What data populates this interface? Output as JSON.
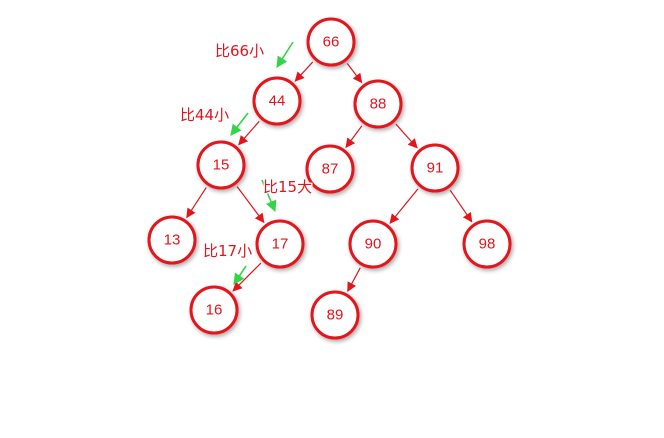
{
  "nodes": [
    {
      "id": "n66",
      "label": "66"
    },
    {
      "id": "n44",
      "label": "44"
    },
    {
      "id": "n88",
      "label": "88"
    },
    {
      "id": "n15",
      "label": "15"
    },
    {
      "id": "n87",
      "label": "87"
    },
    {
      "id": "n91",
      "label": "91"
    },
    {
      "id": "n13",
      "label": "13"
    },
    {
      "id": "n17",
      "label": "17"
    },
    {
      "id": "n90",
      "label": "90"
    },
    {
      "id": "n98",
      "label": "98"
    },
    {
      "id": "n16",
      "label": "16"
    },
    {
      "id": "n89",
      "label": "89"
    }
  ],
  "edges": [
    {
      "from": "n66",
      "to": "n44"
    },
    {
      "from": "n66",
      "to": "n88"
    },
    {
      "from": "n44",
      "to": "n15"
    },
    {
      "from": "n88",
      "to": "n87"
    },
    {
      "from": "n88",
      "to": "n91"
    },
    {
      "from": "n15",
      "to": "n13"
    },
    {
      "from": "n15",
      "to": "n17"
    },
    {
      "from": "n91",
      "to": "n90"
    },
    {
      "from": "n91",
      "to": "n98"
    },
    {
      "from": "n17",
      "to": "n16"
    },
    {
      "from": "n90",
      "to": "n89"
    }
  ],
  "annotations": [
    {
      "id": "a66",
      "text": "比66小"
    },
    {
      "id": "a44",
      "text": "比44小"
    },
    {
      "id": "a15",
      "text": "比15大"
    },
    {
      "id": "a17",
      "text": "比17小"
    }
  ],
  "colors": {
    "node_stroke": "#e3141b",
    "node_text": "#e3141b",
    "edge": "#e3141b",
    "hint_arrow": "#33d44a"
  }
}
